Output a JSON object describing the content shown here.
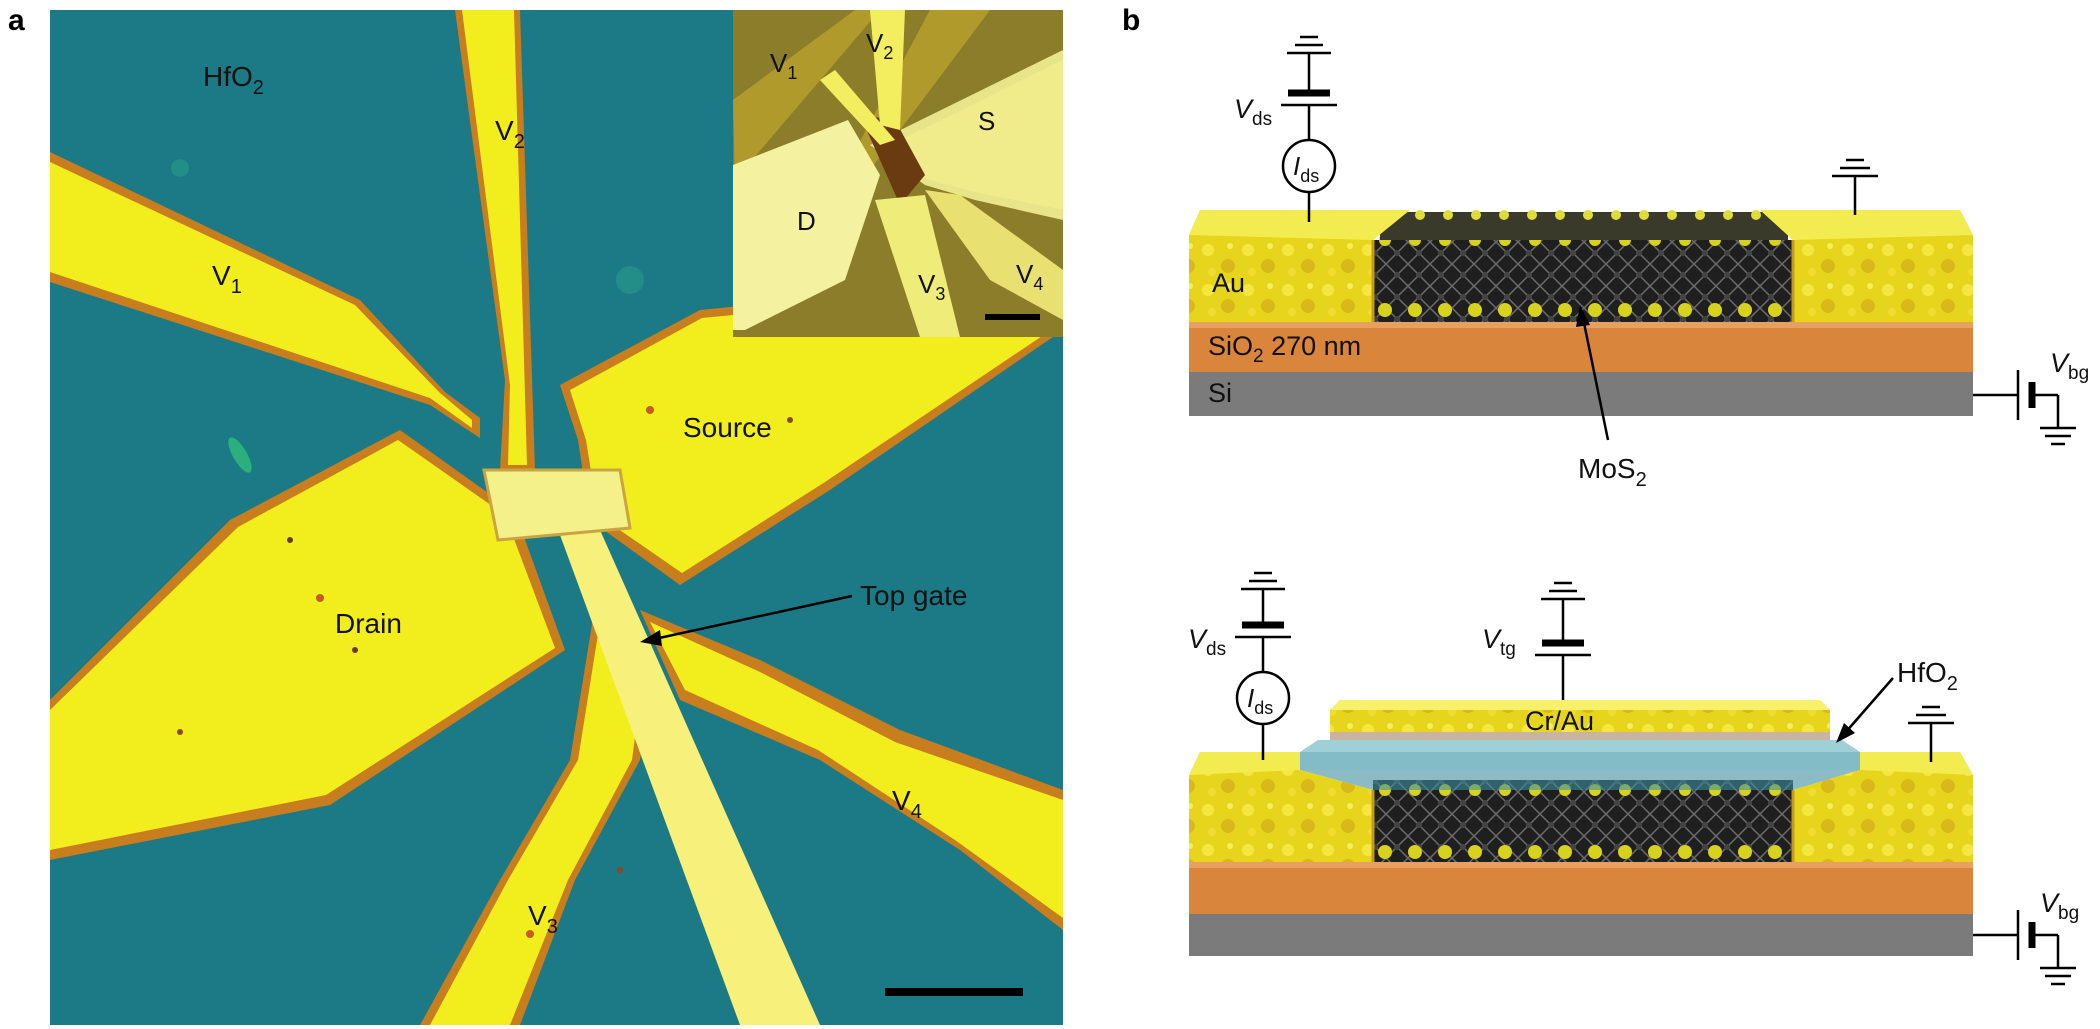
{
  "panel_a": {
    "letter": "a",
    "labels": {
      "hfo2_base": "HfO",
      "hfo2_sub": "2",
      "v1_base": "V",
      "v1_sub": "1",
      "v2_base": "V",
      "v2_sub": "2",
      "v3_base": "V",
      "v3_sub": "3",
      "v4_base": "V",
      "v4_sub": "4",
      "source": "Source",
      "drain": "Drain",
      "top_gate": "Top gate"
    },
    "inset": {
      "v1_base": "V",
      "v1_sub": "1",
      "v2_base": "V",
      "v2_sub": "2",
      "v3_base": "V",
      "v3_sub": "3",
      "v4_base": "V",
      "v4_sub": "4",
      "s": "S",
      "d": "D"
    }
  },
  "panel_b": {
    "letter": "b",
    "top": {
      "vds_base": "V",
      "vds_sub": "ds",
      "ids_base": "I",
      "ids_sub": "ds",
      "au": "Au",
      "sio2_base": "SiO",
      "sio2_sub": "2",
      "sio2_rest": " 270 nm",
      "si": "Si",
      "vbg_base": "V",
      "vbg_sub": "bg",
      "mos2_base": "MoS",
      "mos2_sub": "2"
    },
    "bottom": {
      "vds_base": "V",
      "vds_sub": "ds",
      "ids_base": "I",
      "ids_sub": "ds",
      "vtg_base": "V",
      "vtg_sub": "tg",
      "hfo2_base": "HfO",
      "hfo2_sub": "2",
      "cr_au": "Cr/Au",
      "vbg_base": "V",
      "vbg_sub": "bg"
    }
  },
  "colors": {
    "substrate": "#1d7f8a",
    "gold": "#f2ee1e",
    "gold_edge": "#d8a21a",
    "oxide": "#d9853c",
    "silicon": "#7b7b7b",
    "mos2": "#2a2a2a"
  }
}
